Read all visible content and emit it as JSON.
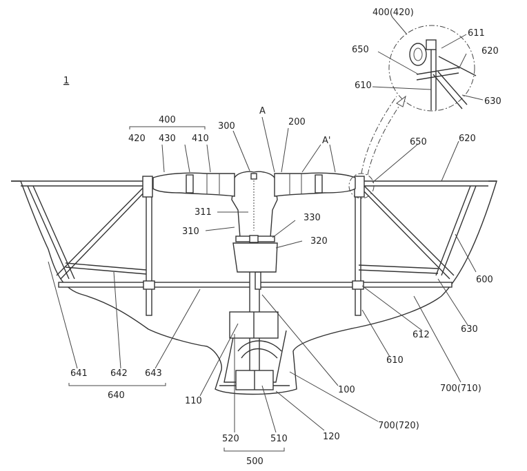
{
  "figure_label": "1",
  "labels": {
    "l400_top": "400(420)",
    "l611": "611",
    "l620_top": "620",
    "l650_top": "650",
    "l610_top": "610",
    "l630_top": "630",
    "l400": "400",
    "l420": "420",
    "l430": "430",
    "l410": "410",
    "l300": "300",
    "lA": "A",
    "l200": "200",
    "lA2": "A'",
    "l650": "650",
    "l620": "620",
    "l311": "311",
    "l330": "330",
    "l310": "310",
    "l320": "320",
    "l600": "600",
    "l612": "612",
    "l630": "630",
    "l610": "610",
    "l700_710": "700(710)",
    "l641": "641",
    "l642": "642",
    "l643": "643",
    "l640": "640",
    "l110": "110",
    "l100": "100",
    "l700_720": "700(720)",
    "l520": "520",
    "l510": "510",
    "l120": "120",
    "l500": "500"
  }
}
